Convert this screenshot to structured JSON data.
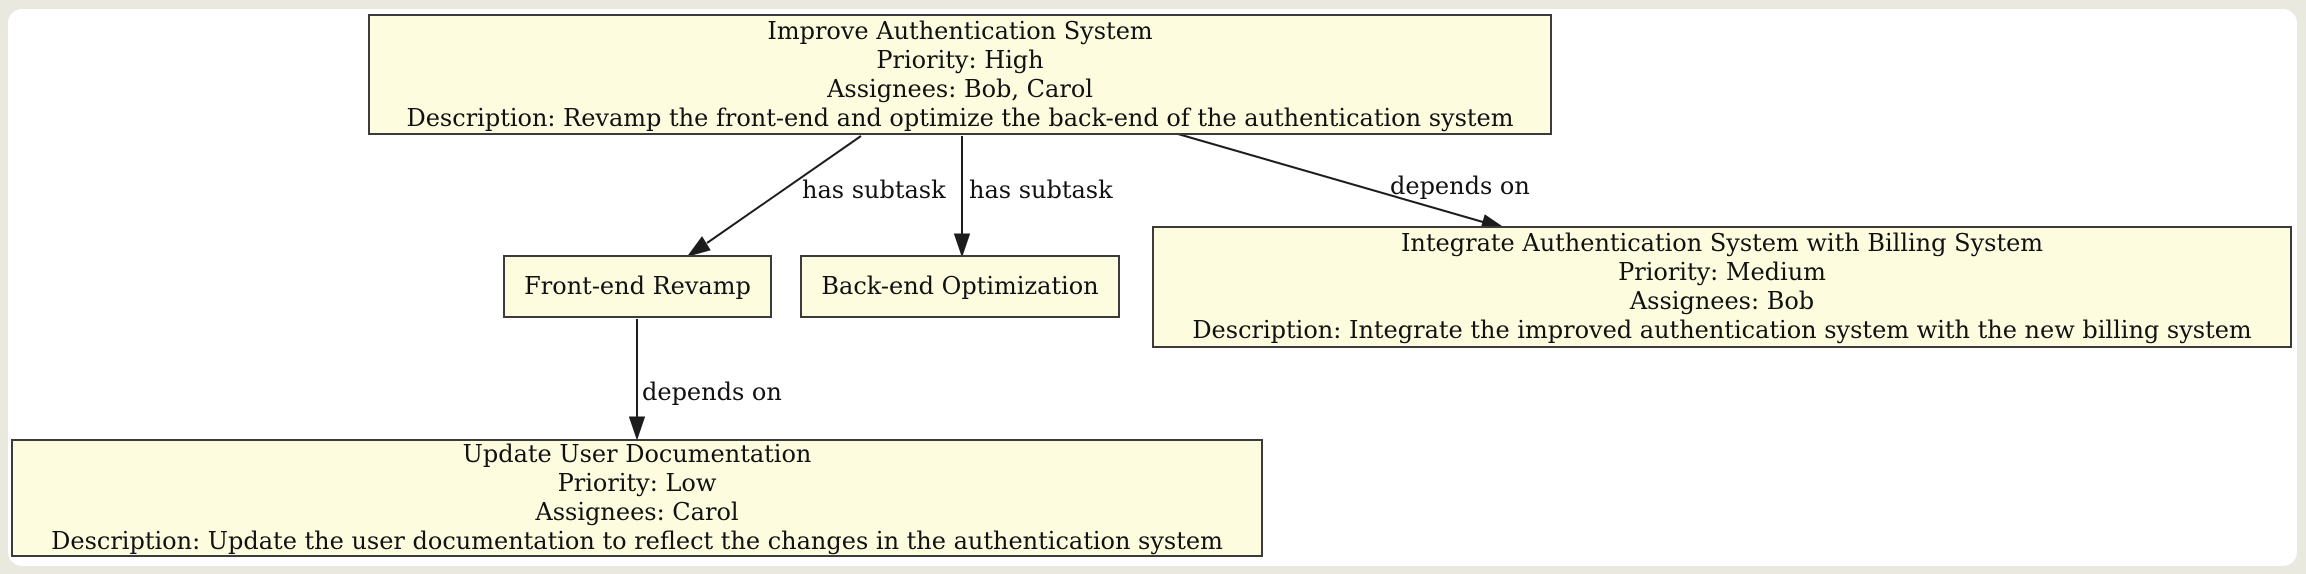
{
  "colors": {
    "page_bg": "#e9e9e0",
    "canvas_bg": "#ffffff",
    "node_fill": "#fdfcdf",
    "node_border": "#3b3b3b",
    "edge_color": "#1c1c1c",
    "text_color": "#111111"
  },
  "nodes": {
    "improve_auth": {
      "title": "Improve Authentication System",
      "priority": "Priority: High",
      "assignees": "Assignees: Bob, Carol",
      "description": "Description: Revamp the front-end and optimize the back-end of the authentication system"
    },
    "front_end": {
      "title": "Front-end Revamp"
    },
    "back_end": {
      "title": "Back-end Optimization"
    },
    "integrate": {
      "title": "Integrate Authentication System with Billing System",
      "priority": "Priority: Medium",
      "assignees": "Assignees: Bob",
      "description": "Description: Integrate the improved authentication system with the new billing system"
    },
    "update_docs": {
      "title": "Update User Documentation",
      "priority": "Priority: Low",
      "assignees": "Assignees: Carol",
      "description": "Description: Update the user documentation to reflect the changes in the authentication system"
    }
  },
  "edges": [
    {
      "from": "Improve Authentication System",
      "to": "Front-end Revamp",
      "label": "has subtask"
    },
    {
      "from": "Improve Authentication System",
      "to": "Back-end Optimization",
      "label": "has subtask"
    },
    {
      "from": "Improve Authentication System",
      "to": "Integrate Authentication System with Billing System",
      "label": "depends on"
    },
    {
      "from": "Front-end Revamp",
      "to": "Update User Documentation",
      "label": "depends on"
    }
  ]
}
